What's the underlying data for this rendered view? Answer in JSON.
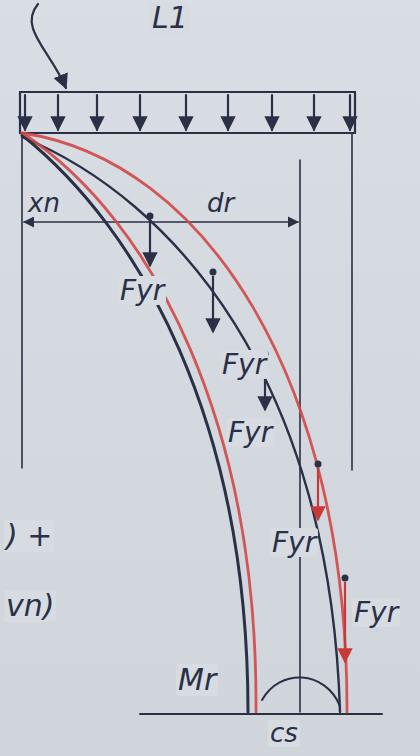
{
  "diagram": {
    "labels": [
      "L1",
      "xn",
      "dr",
      "Fyr",
      "Fyr",
      "Fyr",
      "Fyr",
      "Fyr",
      "Mr",
      "cs",
      ") +",
      "vn)"
    ]
  }
}
